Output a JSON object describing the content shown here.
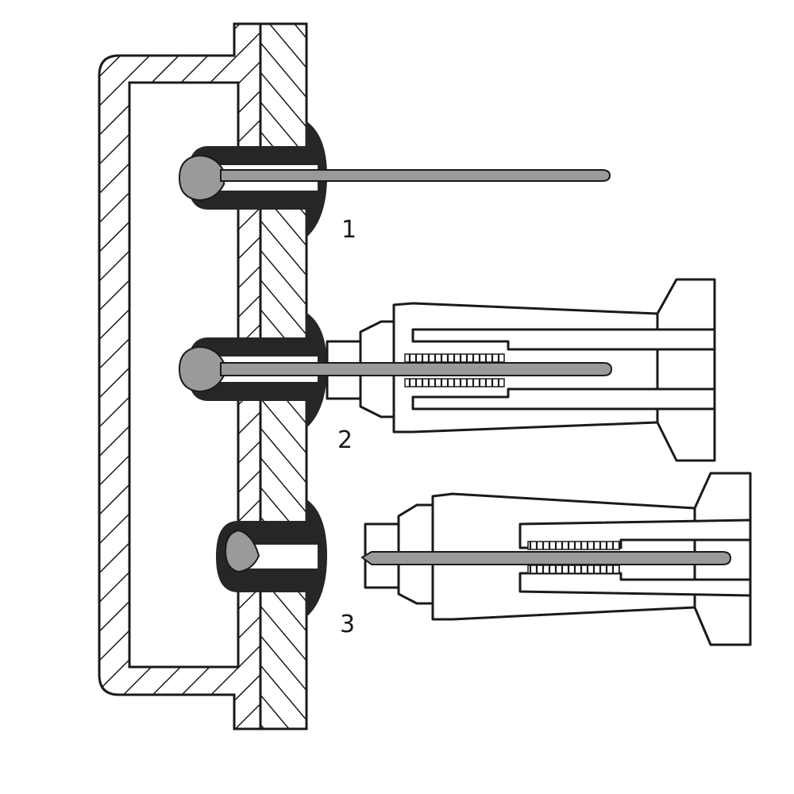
{
  "steps": [
    {
      "label": "1"
    },
    {
      "label": "2"
    },
    {
      "label": "3"
    }
  ],
  "colors": {
    "ink": "#1a1a1a",
    "rivet_body": "#262626",
    "mandrel": "#9a9a9a",
    "background": "#ffffff"
  }
}
